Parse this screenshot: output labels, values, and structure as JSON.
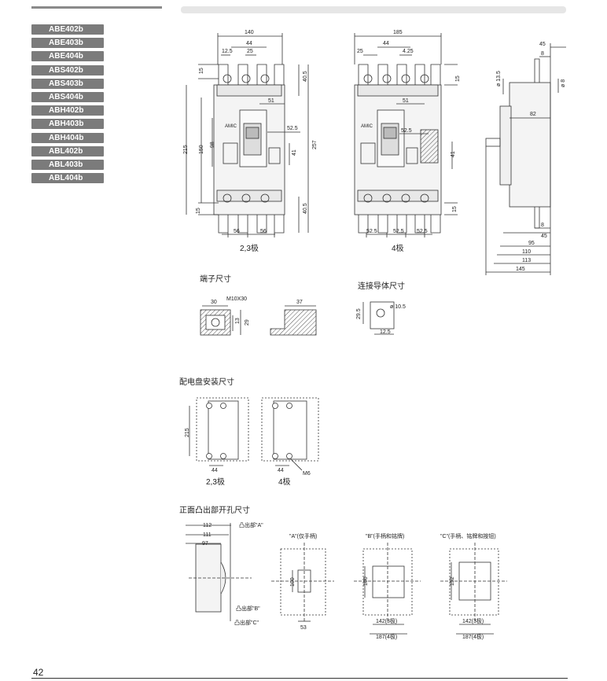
{
  "models": [
    "ABE402b",
    "ABE403b",
    "ABE404b",
    "ABS402b",
    "ABS403b",
    "ABS404b",
    "ABH402b",
    "ABH403b",
    "ABH404b",
    "ABL402b",
    "ABL403b",
    "ABL404b"
  ],
  "front1": {
    "w": "140",
    "p44": "44",
    "p125": "12.5",
    "p25": "25",
    "p15": "15",
    "p405": "40.5",
    "p51": "51",
    "p525": "52.5",
    "h215": "215",
    "h150": "150",
    "h98": "98",
    "h41": "41",
    "h257": "257",
    "p15b": "15",
    "p405b": "40.5",
    "p56a": "56",
    "p56b": "56",
    "caption": "2,3极"
  },
  "front2": {
    "w": "185",
    "p44": "44",
    "p425": "4.25",
    "p25": "25",
    "p15": "15",
    "p51": "51",
    "p525": "52.5",
    "p41": "41",
    "p15b": "15",
    "b525a": "52.5",
    "b525b": "52.5",
    "b525c": "52.5",
    "caption": "4极"
  },
  "side": {
    "d45": "45",
    "d8": "8",
    "d135": "ø 13.5",
    "d8b": "ø 8",
    "d82": "82",
    "d8c": "8",
    "d45b": "45",
    "d95": "95",
    "d110": "110",
    "d113": "113",
    "d145": "145"
  },
  "terminal": {
    "title": "端子尺寸",
    "d30": "30",
    "m": "M10X30",
    "d13": "13",
    "d29": "29",
    "d37": "37"
  },
  "conductor": {
    "title": "连接导体尺寸",
    "d105": "ø 10.5",
    "d295": "29.5",
    "d125": "12.5"
  },
  "panel": {
    "title": "配电盘安装尺寸",
    "d215": "215",
    "d44a": "44",
    "d44b": "44",
    "m6": "M6",
    "cap1": "2,3极",
    "cap2": "4极"
  },
  "cutout": {
    "title": "正面凸出部开孔尺寸",
    "d112": "112",
    "d111": "111",
    "d97": "97",
    "pa": "凸出部\"A\"",
    "pb": "凸出部\"B\"",
    "pc": "凸出部\"C\"",
    "ta": "\"A\"(仅手柄)",
    "tb": "\"B\"(手柄和铭牌)",
    "tc": "\"C\"(手柄、铭牌和按钮)",
    "a100": "100",
    "a53": "53",
    "b100": "100",
    "b142": "142(3极)",
    "b187": "187(4极)",
    "c152": "152",
    "c142": "142(3极)",
    "c187": "187(4极)"
  },
  "page_number": "42"
}
